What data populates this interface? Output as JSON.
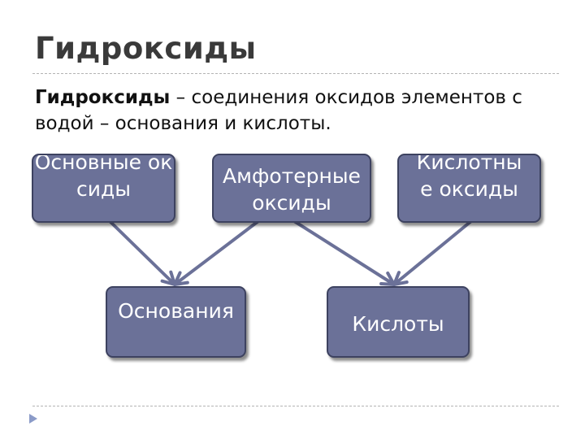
{
  "slide": {
    "title": "Гидроксиды",
    "definition_term": "Гидроксиды",
    "definition_text": " – соединения оксидов элементов с водой – основания и кислоты."
  },
  "diagram": {
    "nodes": {
      "basic_oxides": "Основные оксиды",
      "amphoteric_oxides": "Амфотерные оксиды",
      "acidic_oxides": "Кислотные оксиды",
      "bases": "Основания",
      "acids": "Кислоты"
    },
    "edges": [
      {
        "from": "basic_oxides",
        "to": "bases"
      },
      {
        "from": "amphoteric_oxides",
        "to": "bases"
      },
      {
        "from": "amphoteric_oxides",
        "to": "acids"
      },
      {
        "from": "acidic_oxides",
        "to": "acids"
      }
    ],
    "colors": {
      "box_fill": "#6b7198",
      "box_border": "#3d4260",
      "arrow": "#6b7198",
      "title": "#3a3a3a",
      "nav_icon": "#8b9bc8"
    }
  },
  "footer": {
    "nav_icon": "slide-nav-triangle-icon"
  }
}
